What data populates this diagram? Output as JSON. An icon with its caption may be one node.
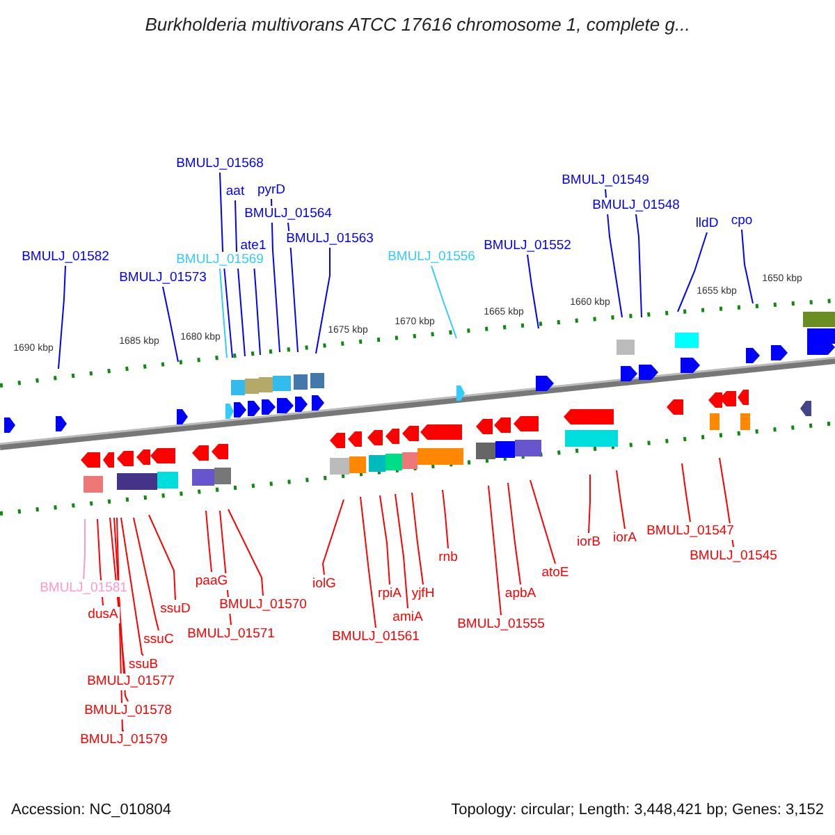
{
  "diagram": {
    "title": "Burkholderia multivorans ATCC 17616 chromosome 1, complete g...",
    "nodes": [
      {
        "text": [
          "BMULJ_01568"
        ]
      },
      {
        "text": [
          "aat"
        ]
      },
      {
        "text": [
          "pyrD"
        ]
      },
      {
        "text": [
          "BMULJ_01564"
        ]
      },
      {
        "text": [
          "BMULJ_01549"
        ]
      },
      {
        "text": [
          "BMULJ_01548"
        ]
      },
      {
        "text": [
          "lldD"
        ]
      },
      {
        "text": [
          "cpo"
        ]
      },
      {
        "text": [
          "ate1"
        ]
      },
      {
        "text": [
          "BMULJ_01563"
        ]
      },
      {
        "text": [
          "BMULJ_01552"
        ]
      },
      {
        "text": [
          "BMULJ_01582"
        ]
      },
      {
        "text": [
          "BMULJ_01569"
        ]
      },
      {
        "text": [
          "BMULJ_01556"
        ]
      },
      {
        "text": [
          "BMULJ_01573"
        ]
      },
      {
        "text": [
          "BMULJ_01547"
        ]
      },
      {
        "text": [
          "iorB"
        ]
      },
      {
        "text": [
          "iorA"
        ]
      },
      {
        "text": [
          "rnb"
        ]
      },
      {
        "text": [
          "BMULJ_01545"
        ]
      },
      {
        "text": [
          "atoE"
        ]
      },
      {
        "text": [
          "paaG"
        ]
      },
      {
        "text": [
          "iolG"
        ]
      },
      {
        "text": [
          "BMULJ_01581"
        ]
      },
      {
        "text": [
          "rpiA"
        ]
      },
      {
        "text": [
          "yjfH"
        ]
      },
      {
        "text": [
          "apbA"
        ]
      },
      {
        "text": [
          "BMULJ_01570"
        ]
      },
      {
        "text": [
          "ssuD"
        ]
      },
      {
        "text": [
          "dusA"
        ]
      },
      {
        "text": [
          "amiA"
        ]
      },
      {
        "text": [
          "BMULJ_01555"
        ]
      },
      {
        "text": [
          "BMULJ_01571"
        ]
      },
      {
        "text": [
          "BMULJ_01561"
        ]
      },
      {
        "text": [
          "ssuC"
        ]
      },
      {
        "text": [
          "ssuB"
        ]
      },
      {
        "text": [
          "BMULJ_01577"
        ]
      },
      {
        "text": [
          "BMULJ_01578"
        ]
      },
      {
        "text": [
          "BMULJ_01579"
        ]
      }
    ],
    "edges": [
      {
        "from": 0,
        "to": null,
        "arrow": "none",
        "color": "#0000ff"
      },
      {
        "from": 1,
        "to": null,
        "arrow": "none",
        "color": "#0000ff"
      },
      {
        "from": 2,
        "to": null,
        "arrow": "none",
        "color": "#0000ff"
      },
      {
        "from": 3,
        "to": null,
        "arrow": "none",
        "color": "#0000ff"
      },
      {
        "from": 4,
        "to": null,
        "arrow": "none",
        "color": "#0000ff"
      },
      {
        "from": 5,
        "to": null,
        "arrow": "none",
        "color": "#0000ff"
      },
      {
        "from": 6,
        "to": null,
        "arrow": "none",
        "color": "#0000ff"
      },
      {
        "from": 7,
        "to": null,
        "arrow": "none",
        "color": "#0000ff"
      },
      {
        "from": 8,
        "to": null,
        "arrow": "none",
        "color": "#0000ff"
      },
      {
        "from": 9,
        "to": null,
        "arrow": "none",
        "color": "#0000ff"
      },
      {
        "from": 10,
        "to": null,
        "arrow": "none",
        "color": "#0000ff"
      },
      {
        "from": 11,
        "to": null,
        "arrow": "none",
        "color": "#0000ff"
      },
      {
        "from": 12,
        "to": null,
        "arrow": "none",
        "color": "#33ccff"
      },
      {
        "from": 13,
        "to": null,
        "arrow": "none",
        "color": "#33ccff"
      },
      {
        "from": 14,
        "to": null,
        "arrow": "none",
        "color": "#0000ff"
      },
      {
        "from": 15,
        "to": null,
        "arrow": "none"
      },
      {
        "from": 16,
        "to": null,
        "arrow": "none"
      },
      {
        "from": 17,
        "to": null,
        "arrow": "none"
      },
      {
        "from": 18,
        "to": null,
        "arrow": "none"
      },
      {
        "from": 19,
        "to": null,
        "arrow": "none"
      },
      {
        "from": 20,
        "to": null,
        "arrow": "none"
      },
      {
        "from": 21,
        "to": null,
        "arrow": "none"
      },
      {
        "from": 22,
        "to": null,
        "arrow": "none"
      },
      {
        "from": 23,
        "to": null,
        "arrow": "none",
        "color": "#ff99cc"
      },
      {
        "from": 24,
        "to": null,
        "arrow": "none"
      },
      {
        "from": 25,
        "to": null,
        "arrow": "none"
      },
      {
        "from": 26,
        "to": null,
        "arrow": "none"
      },
      {
        "from": 27,
        "to": null,
        "arrow": "none"
      },
      {
        "from": 28,
        "to": null,
        "arrow": "none"
      },
      {
        "from": 29,
        "to": null,
        "arrow": "none"
      },
      {
        "from": 30,
        "to": null,
        "arrow": "none"
      },
      {
        "from": 31,
        "to": null,
        "arrow": "none"
      },
      {
        "from": 32,
        "to": null,
        "arrow": "none"
      },
      {
        "from": 33,
        "to": null,
        "arrow": "none"
      },
      {
        "from": 34,
        "to": null,
        "arrow": "none"
      },
      {
        "from": 35,
        "to": null,
        "arrow": "none"
      },
      {
        "from": 36,
        "to": null,
        "arrow": "none"
      },
      {
        "from": 37,
        "to": null,
        "arrow": "none"
      },
      {
        "from": 38,
        "to": null,
        "arrow": "none"
      }
    ],
    "labels": [
      "1690 kbp",
      "1685 kbp",
      "1680 kbp",
      "1675 kbp",
      "1670 kbp",
      "1665 kbp",
      "1660 kbp",
      "1655 kbp",
      "1650 kbp",
      "Accession: NC_010804",
      "Topology: circular; Length: 3,448,421 bp; Genes: 3,152"
    ]
  }
}
